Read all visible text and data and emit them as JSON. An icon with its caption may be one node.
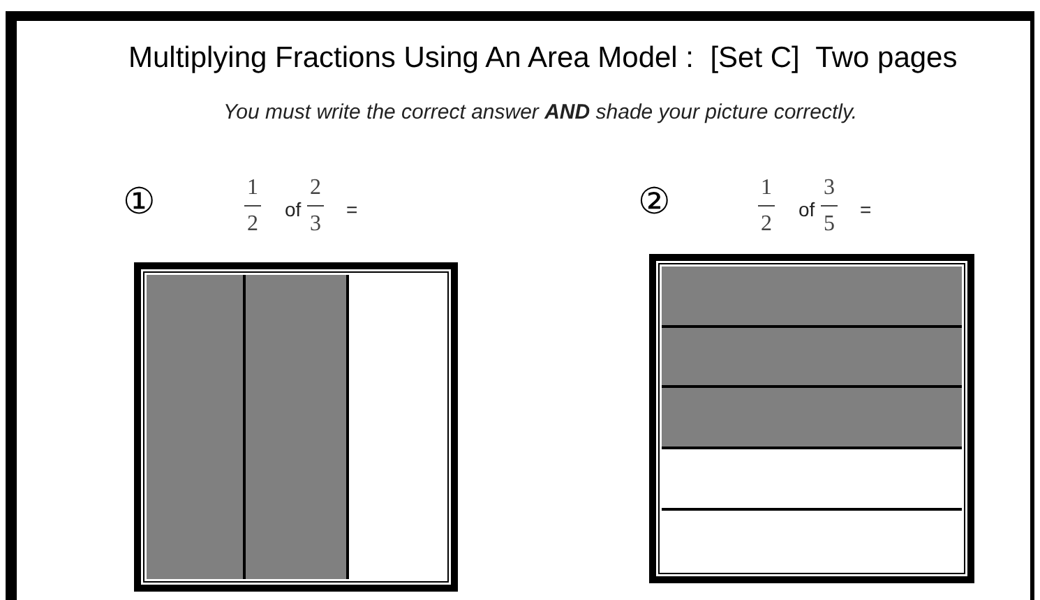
{
  "diagram": {
    "title": "Multiplying Fractions Using An Area Model :  [Set C]  Two pages",
    "labels": [
      "You must write the correct answer **AND** shade your picture correctly.",
      "①",
      "1",
      "2",
      "of",
      "2",
      "3",
      "=",
      "②",
      "1",
      "2",
      "of",
      "3",
      "5",
      "="
    ]
  }
}
